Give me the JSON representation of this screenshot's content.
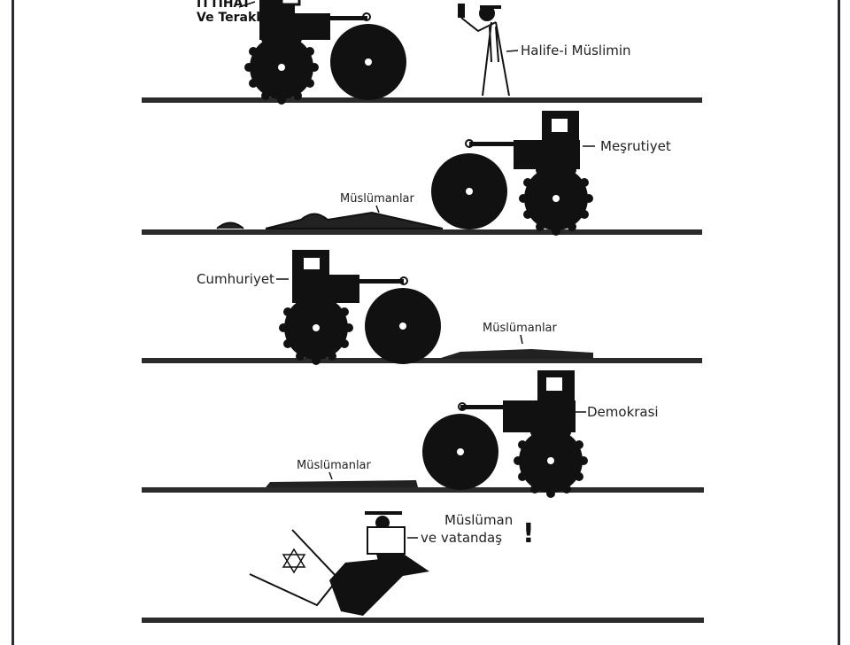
{
  "cartoon": {
    "panel1": {
      "party_label_line1": "İTTİHAT",
      "party_label_line2": "Ve Terakki",
      "figure_label": "Halife-i Müslimin"
    },
    "panel2": {
      "tractor_label": "Meşrutiyet",
      "victims_label": "Müslümanlar"
    },
    "panel3": {
      "tractor_label": "Cumhuriyet",
      "victims_label": "Müslümanlar"
    },
    "panel4": {
      "tractor_label": "Demokrasi",
      "victims_label": "Müslümanlar"
    },
    "panel5": {
      "figure_label_line1": "Müslüman",
      "figure_label_line2": "ve vatandaş",
      "exclamation": "!"
    },
    "colors": {
      "ink": "#111111",
      "frame": "#2a2a33",
      "paper": "#ffffff"
    }
  }
}
